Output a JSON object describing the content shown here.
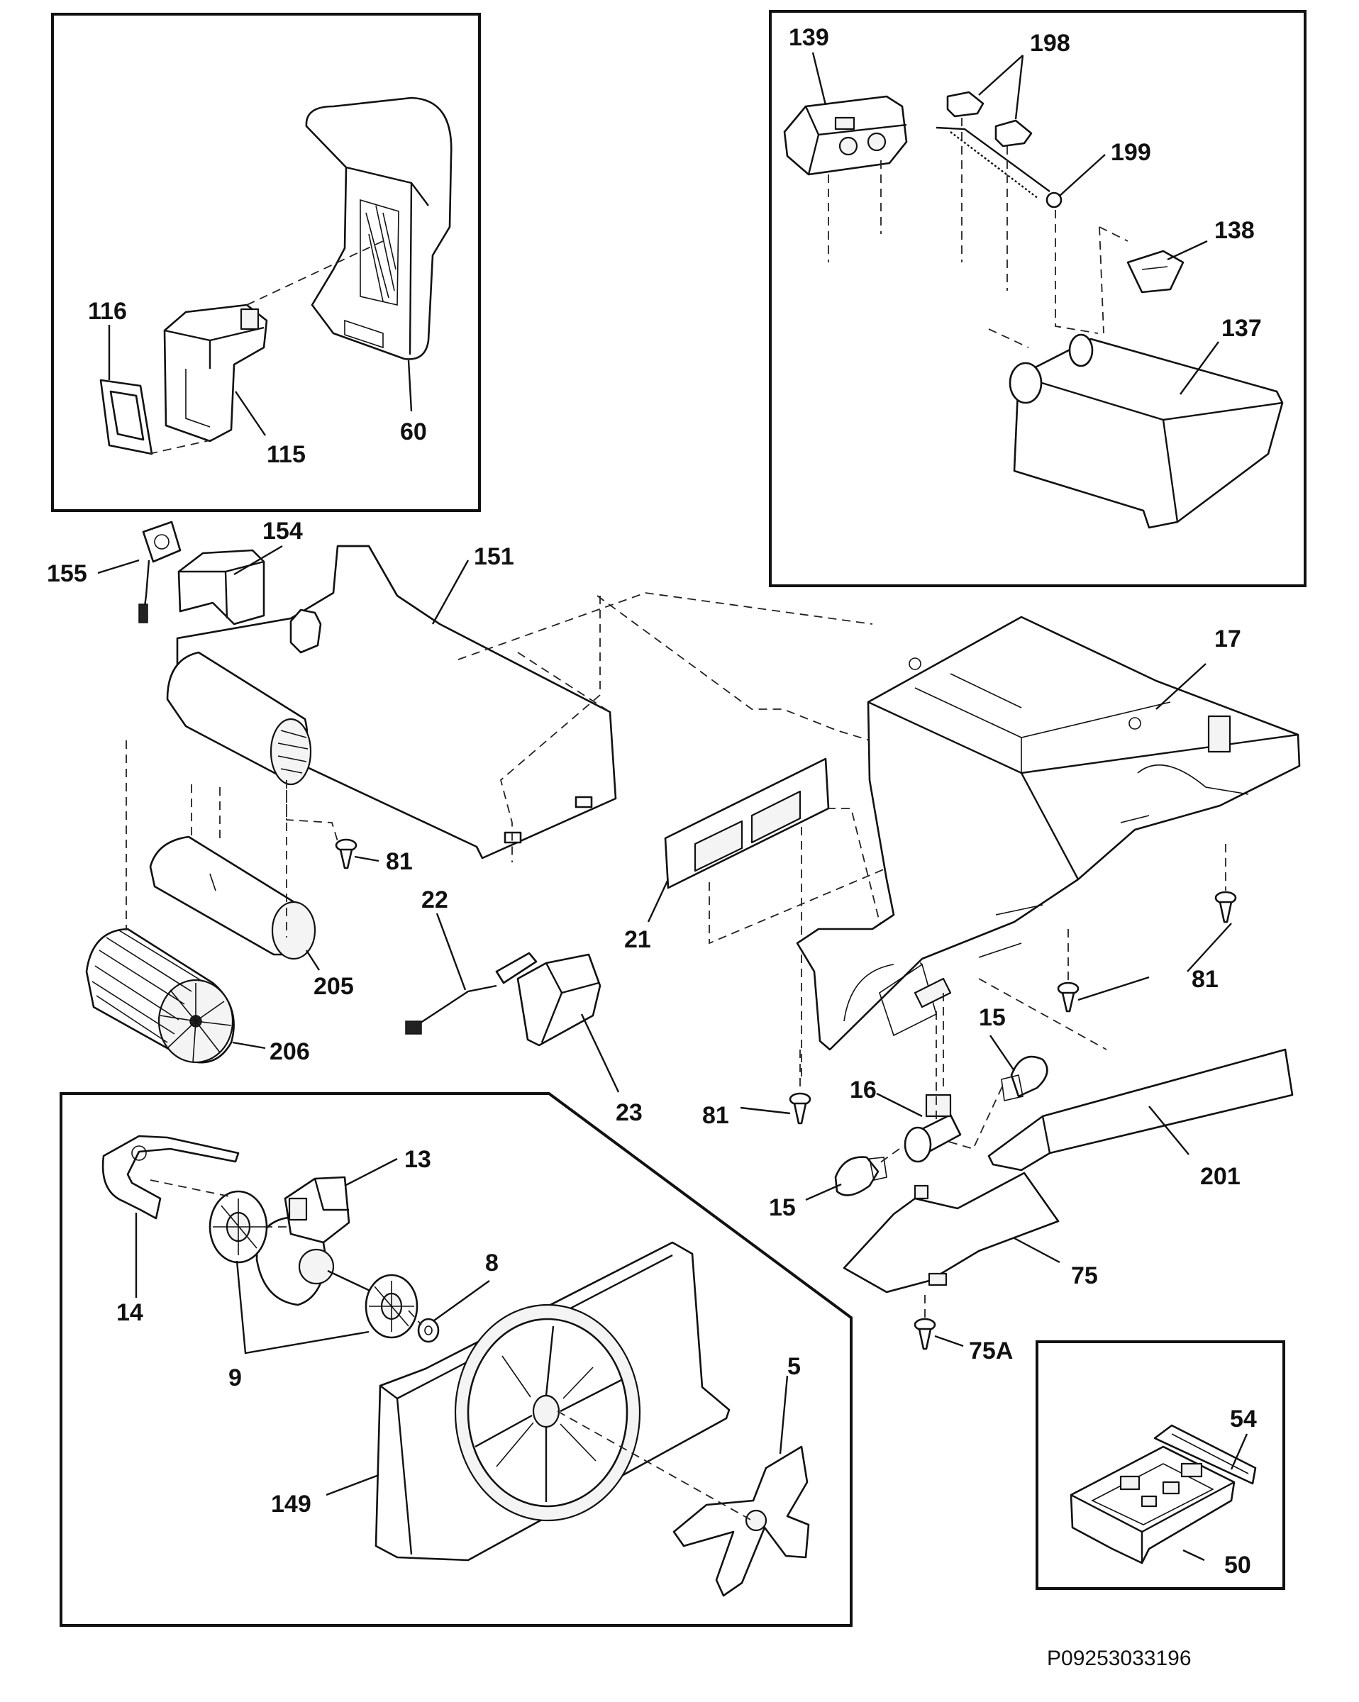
{
  "diagram": {
    "document_code": "P09253033196",
    "callouts": [
      "116",
      "115",
      "60",
      "139",
      "198",
      "199",
      "138",
      "137",
      "155",
      "154",
      "151",
      "17",
      "81",
      "22",
      "21",
      "205",
      "206",
      "23",
      "15",
      "16",
      "201",
      "75",
      "75A",
      "14",
      "13",
      "8",
      "9",
      "5",
      "149",
      "54",
      "50"
    ]
  }
}
